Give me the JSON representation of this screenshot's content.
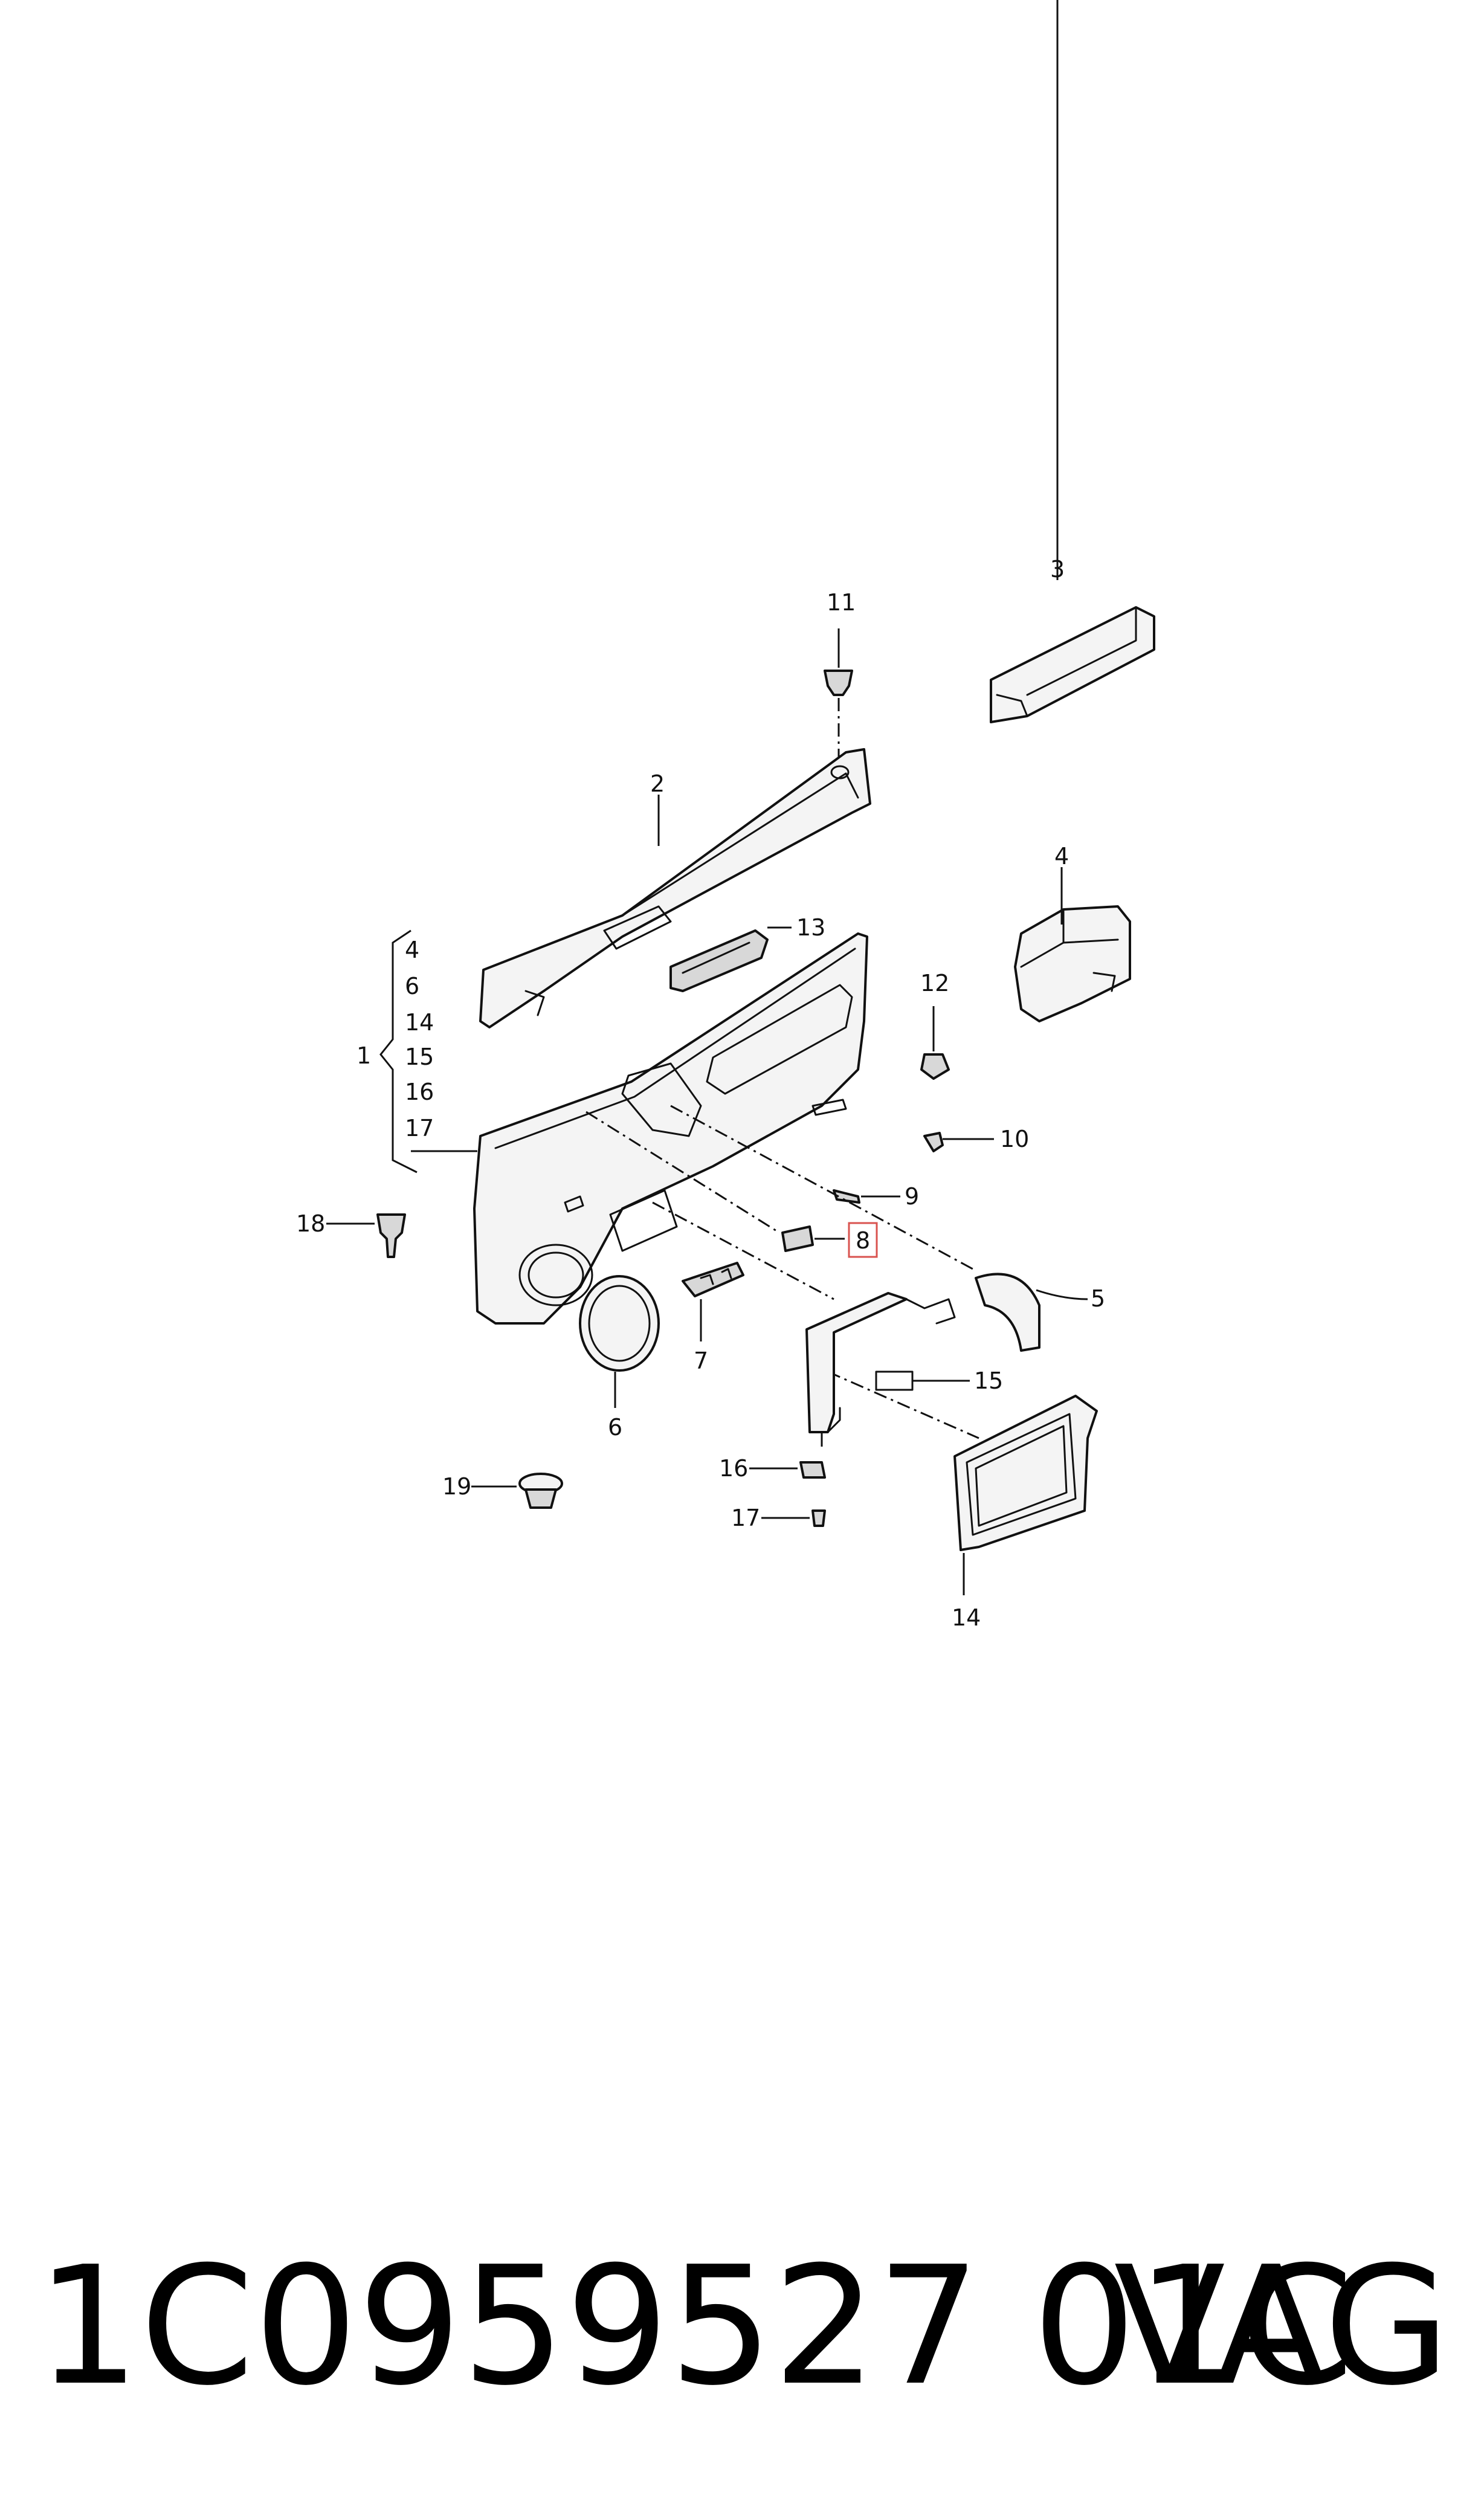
{
  "callouts": {
    "c1": "1",
    "c2": "2",
    "c3": "3",
    "c4": "4",
    "c5": "5",
    "c6": "6",
    "c7": "7",
    "c8": "8",
    "c9": "9",
    "c10": "10",
    "c11": "11",
    "c12": "12",
    "c13": "13",
    "c14": "14",
    "c15": "15",
    "c16": "16",
    "c17": "17",
    "c18": "18",
    "c19": "19"
  },
  "group_1_members": [
    "4",
    "6",
    "14",
    "15",
    "16",
    "17"
  ],
  "highlight_color": "#d9534f",
  "footer": {
    "part_number": "1C0959527 01C",
    "brand": "VAG"
  }
}
